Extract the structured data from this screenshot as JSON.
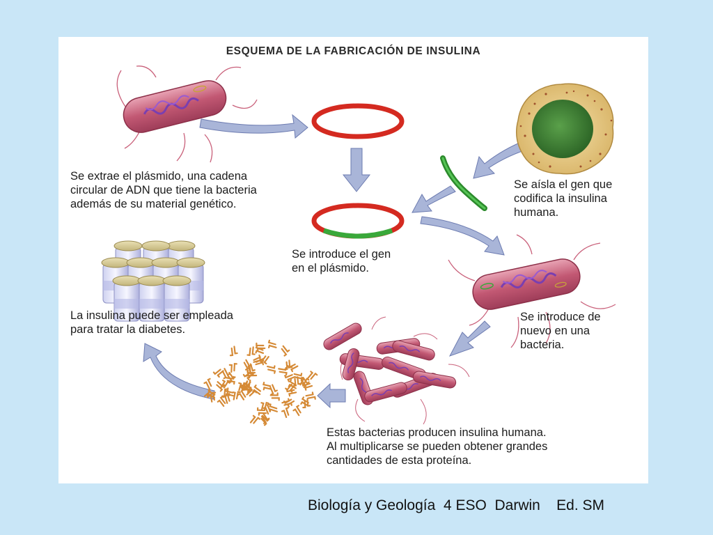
{
  "title": "ESQUEMA DE LA FABRICACIÓN DE INSULINA",
  "captions": {
    "extract": [
      "Se extrae el plásmido, una cadena",
      "circular de ADN que tiene la bacteria",
      "además de su material genético."
    ],
    "isolate": [
      "Se aísla el gen que",
      "codifica la insulina",
      "humana."
    ],
    "introduce_gene": [
      "Se introduce el gen",
      "en el plásmido."
    ],
    "use": [
      "La insulina puede ser empleada",
      "para tratar la diabetes."
    ],
    "reintroduce": [
      "Se introduce de",
      "nuevo en una",
      "bacteria."
    ],
    "produce": [
      "Estas bacterias producen insulina humana.",
      "Al multiplicarse se pueden obtener grandes",
      "cantidades de esta proteína."
    ]
  },
  "footer": "Biología y Geología  4 ESO  Darwin    Ed. SM",
  "colors": {
    "background": "#c9e6f7",
    "panel": "#ffffff",
    "plasmid": "#d42a20",
    "gene": "#3aa83a",
    "arrow": "#a9b5d8",
    "bacteria": "#c9607a",
    "insulin": "#e0a050"
  }
}
